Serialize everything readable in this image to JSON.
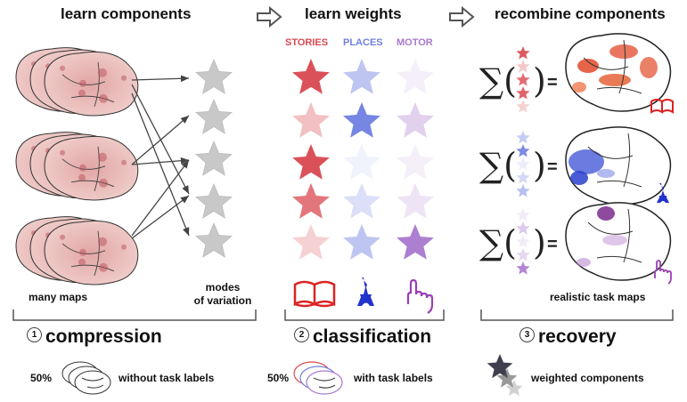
{
  "headers": {
    "learn_components": "learn components",
    "learn_weights": "learn weights",
    "recombine_components": "recombine components"
  },
  "weights": {
    "categories": [
      {
        "label": "STORIES",
        "color": "#d94850"
      },
      {
        "label": "PLACES",
        "color": "#6f7fe0"
      },
      {
        "label": "MOTOR",
        "color": "#a878cf"
      }
    ]
  },
  "labels": {
    "many_maps": "many maps",
    "modes_line1": "modes",
    "modes_line2": "of variation",
    "realistic": "realistic task maps"
  },
  "stages": [
    {
      "num": "1",
      "title": "compression"
    },
    {
      "num": "2",
      "title": "classification"
    },
    {
      "num": "3",
      "title": "recovery"
    }
  ],
  "footer": {
    "left_pct": "50%",
    "left_text": "without task labels",
    "mid_pct": "50%",
    "mid_text": "with task labels",
    "right_text": "weighted components"
  },
  "icons": [
    "brain-icon",
    "star-icon",
    "book-icon",
    "eiffel-tower-icon",
    "pointing-hand-icon",
    "arrow-right-icon",
    "sum-icon"
  ]
}
